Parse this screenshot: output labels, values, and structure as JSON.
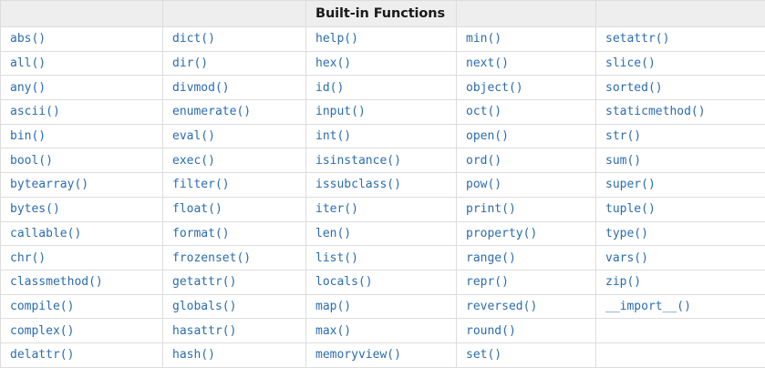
{
  "table": {
    "title": "Built-in Functions",
    "title_column_index": 2,
    "header_cells": [
      "",
      "",
      "Built-in Functions",
      "",
      ""
    ],
    "accent_text_color": "#2b6cb0",
    "header_background": "#eeeeee",
    "border_color": "#dddddd",
    "column_count": 5,
    "row_count": 14,
    "columns": [
      {
        "index": 0,
        "cells": [
          "abs()",
          "all()",
          "any()",
          "ascii()",
          "bin()",
          "bool()",
          "bytearray()",
          "bytes()",
          "callable()",
          "chr()",
          "classmethod()",
          "compile()",
          "complex()",
          "delattr()"
        ]
      },
      {
        "index": 1,
        "cells": [
          "dict()",
          "dir()",
          "divmod()",
          "enumerate()",
          "eval()",
          "exec()",
          "filter()",
          "float()",
          "format()",
          "frozenset()",
          "getattr()",
          "globals()",
          "hasattr()",
          "hash()"
        ]
      },
      {
        "index": 2,
        "cells": [
          "help()",
          "hex()",
          "id()",
          "input()",
          "int()",
          "isinstance()",
          "issubclass()",
          "iter()",
          "len()",
          "list()",
          "locals()",
          "map()",
          "max()",
          "memoryview()"
        ]
      },
      {
        "index": 3,
        "cells": [
          "min()",
          "next()",
          "object()",
          "oct()",
          "open()",
          "ord()",
          "pow()",
          "print()",
          "property()",
          "range()",
          "repr()",
          "reversed()",
          "round()",
          "set()"
        ]
      },
      {
        "index": 4,
        "cells": [
          "setattr()",
          "slice()",
          "sorted()",
          "staticmethod()",
          "str()",
          "sum()",
          "super()",
          "tuple()",
          "type()",
          "vars()",
          "zip()",
          "__import__()",
          "",
          ""
        ]
      }
    ],
    "rows": [
      [
        "abs()",
        "dict()",
        "help()",
        "min()",
        "setattr()"
      ],
      [
        "all()",
        "dir()",
        "hex()",
        "next()",
        "slice()"
      ],
      [
        "any()",
        "divmod()",
        "id()",
        "object()",
        "sorted()"
      ],
      [
        "ascii()",
        "enumerate()",
        "input()",
        "oct()",
        "staticmethod()"
      ],
      [
        "bin()",
        "eval()",
        "int()",
        "open()",
        "str()"
      ],
      [
        "bool()",
        "exec()",
        "isinstance()",
        "ord()",
        "sum()"
      ],
      [
        "bytearray()",
        "filter()",
        "issubclass()",
        "pow()",
        "super()"
      ],
      [
        "bytes()",
        "float()",
        "iter()",
        "print()",
        "tuple()"
      ],
      [
        "callable()",
        "format()",
        "len()",
        "property()",
        "type()"
      ],
      [
        "chr()",
        "frozenset()",
        "list()",
        "range()",
        "vars()"
      ],
      [
        "classmethod()",
        "getattr()",
        "locals()",
        "repr()",
        "zip()"
      ],
      [
        "compile()",
        "globals()",
        "map()",
        "reversed()",
        "__import__()"
      ],
      [
        "complex()",
        "hasattr()",
        "max()",
        "round()",
        ""
      ],
      [
        "delattr()",
        "hash()",
        "memoryview()",
        "set()",
        ""
      ]
    ]
  }
}
